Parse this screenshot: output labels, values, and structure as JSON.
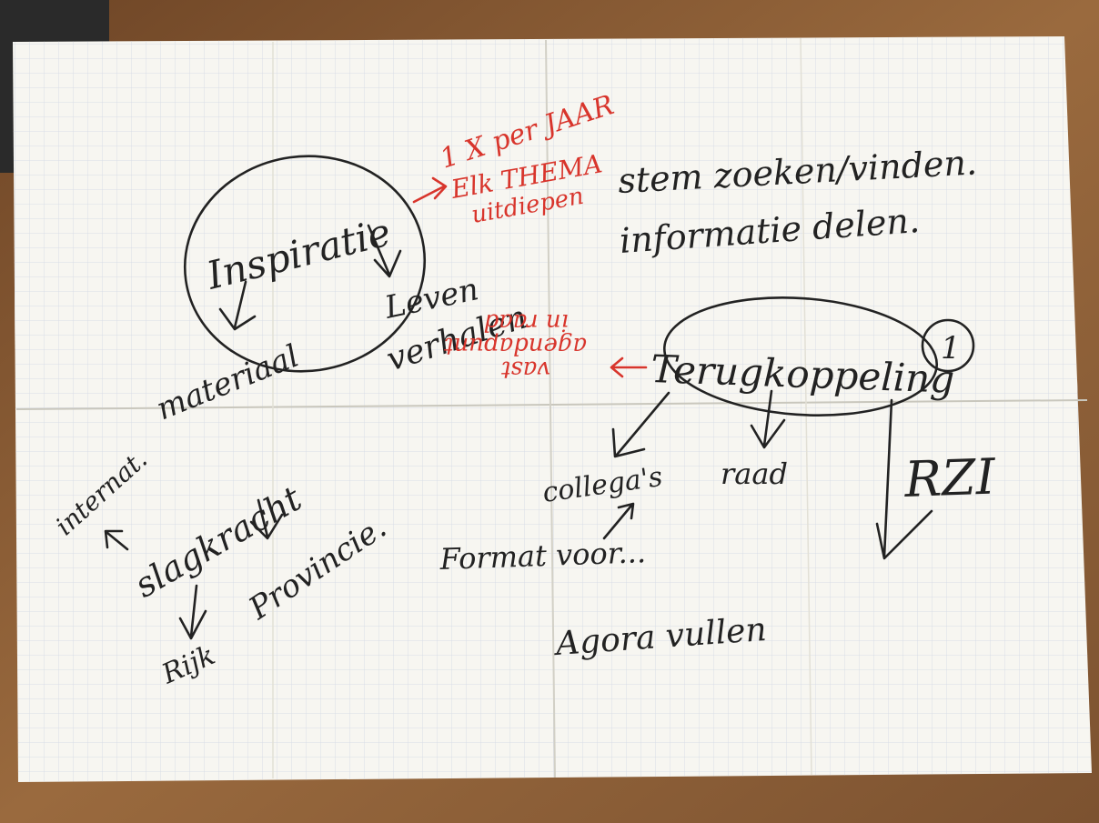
{
  "colors": {
    "wood": "#8a5a32",
    "paper": "#f7f6f1",
    "grid": "#d9dde6",
    "ink": "#222222",
    "red_marker": "#d8352c"
  },
  "notes": {
    "inspiratie": "Inspiratie",
    "materiaal": "materiaal",
    "leven": "Leven",
    "verhalen": "verhalen",
    "red_1": "1 X per JAAR",
    "red_2": "Elk THEMA",
    "red_3": "uitdiepen",
    "stem": "stem zoeken/vinden.",
    "informatie": "informatie delen.",
    "terugkoppeling": "Terugkoppeling",
    "circle_num": "1",
    "red_upside_1": "vast",
    "red_upside_2": "agendapunt",
    "red_upside_3": "in raad",
    "collegas": "collega's",
    "raad": "raad",
    "rzi": "RZI",
    "format": "Format voor...",
    "agora": "Agora vullen",
    "internat": "internat.",
    "slagkracht": "slagkracht",
    "provincie": "Provincie.",
    "rijk": "Rijk"
  }
}
